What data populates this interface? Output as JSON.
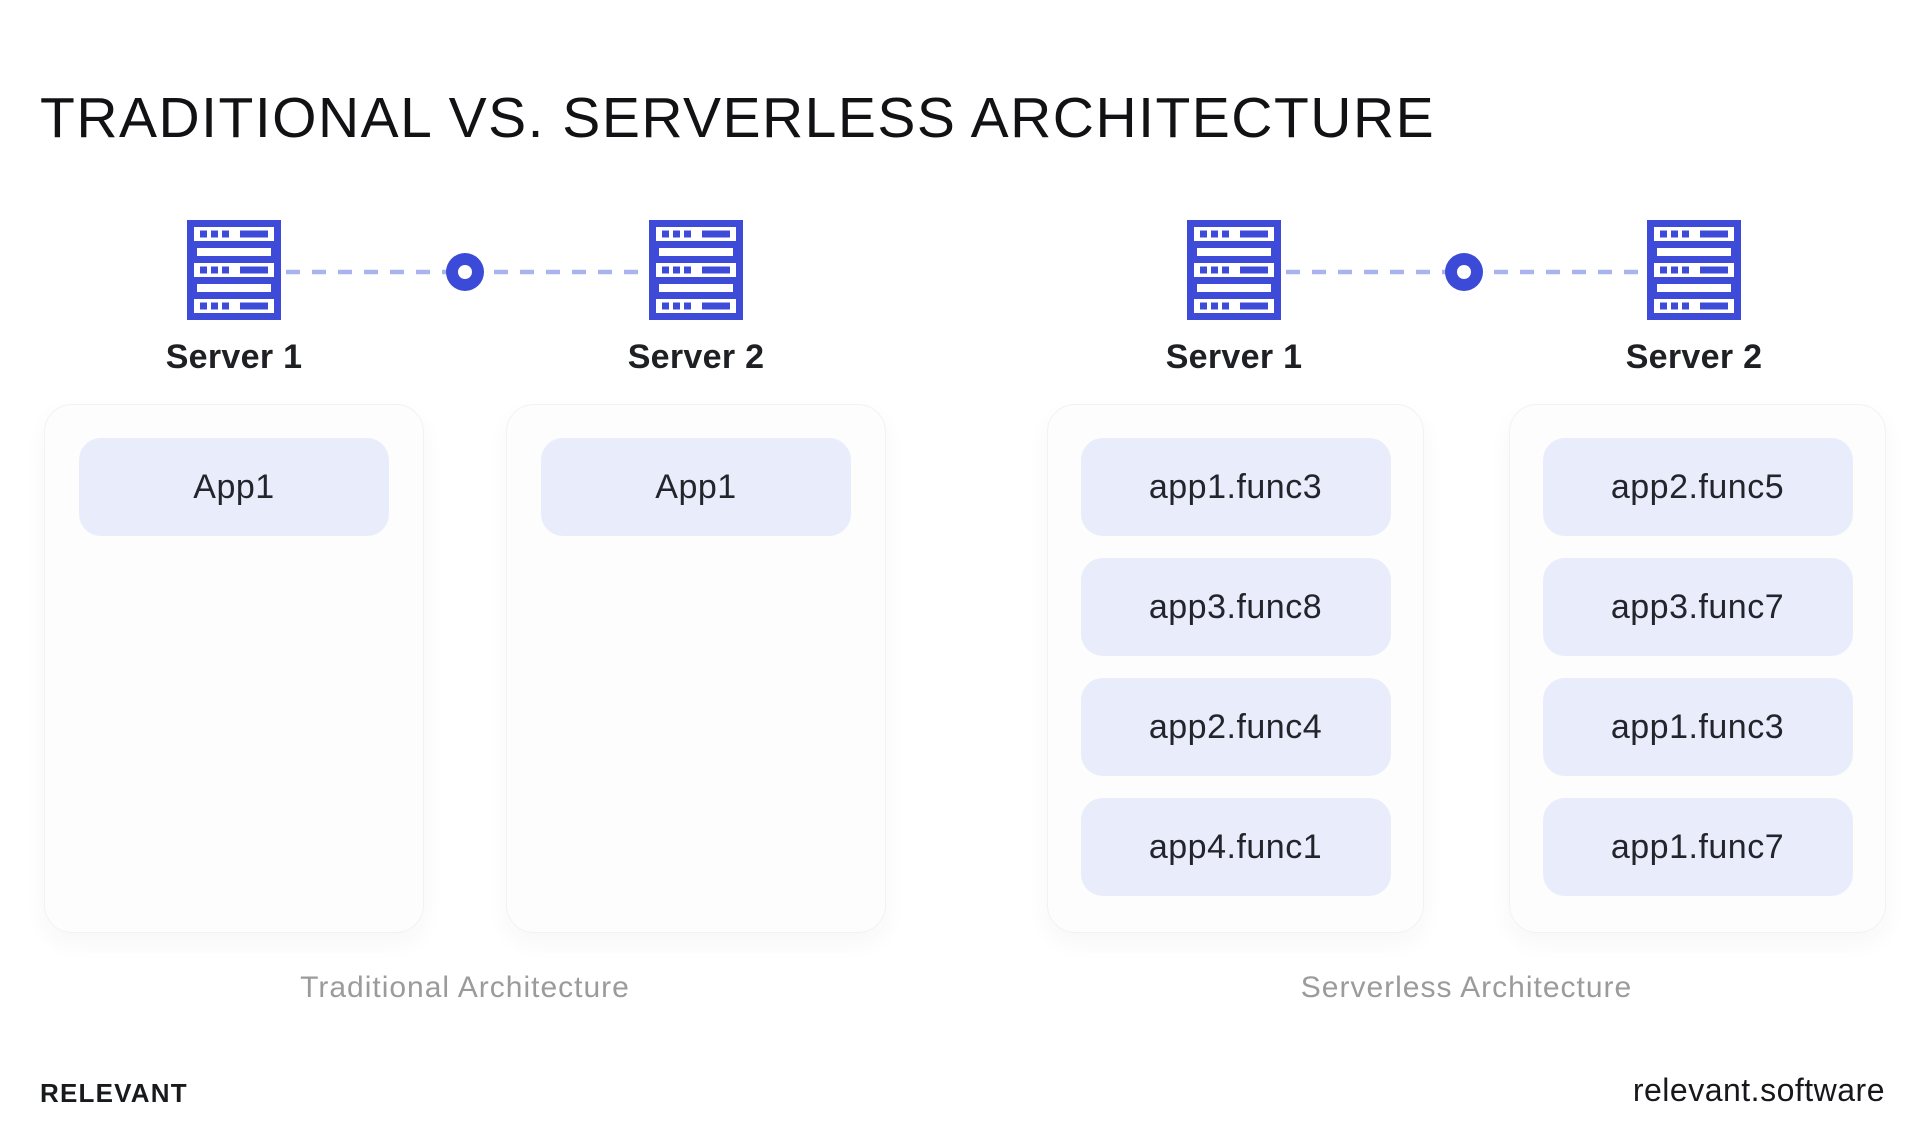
{
  "title": "TRADITIONAL VS. SERVERLESS ARCHITECTURE",
  "traditional": {
    "caption": "Traditional Architecture",
    "servers": [
      {
        "name": "Server 1",
        "apps": [
          "App1"
        ]
      },
      {
        "name": "Server 2",
        "apps": [
          "App1"
        ]
      }
    ]
  },
  "serverless": {
    "caption": "Serverless Architecture",
    "servers": [
      {
        "name": "Server 1",
        "apps": [
          "app1.func3",
          "app3.func8",
          "app2.func4",
          "app4.func1"
        ]
      },
      {
        "name": "Server 2",
        "apps": [
          "app2.func5",
          "app3.func7",
          "app1.func3",
          "app1.func7"
        ]
      }
    ]
  },
  "footer": {
    "brand": "RELEVANT",
    "website": "relevant.software"
  },
  "icons": {
    "server": "server-rack-icon",
    "connector": "dashed-link-with-node"
  },
  "colors": {
    "accent_blue": "#3E4BD8",
    "dash_blue": "#A9B4EF",
    "chip_background": "#E9EDFB",
    "card_background": "#FDFDFE",
    "caption_gray": "#9B9B9B",
    "text_dark": "#1F2023",
    "page_background": "#FFFFFF"
  }
}
